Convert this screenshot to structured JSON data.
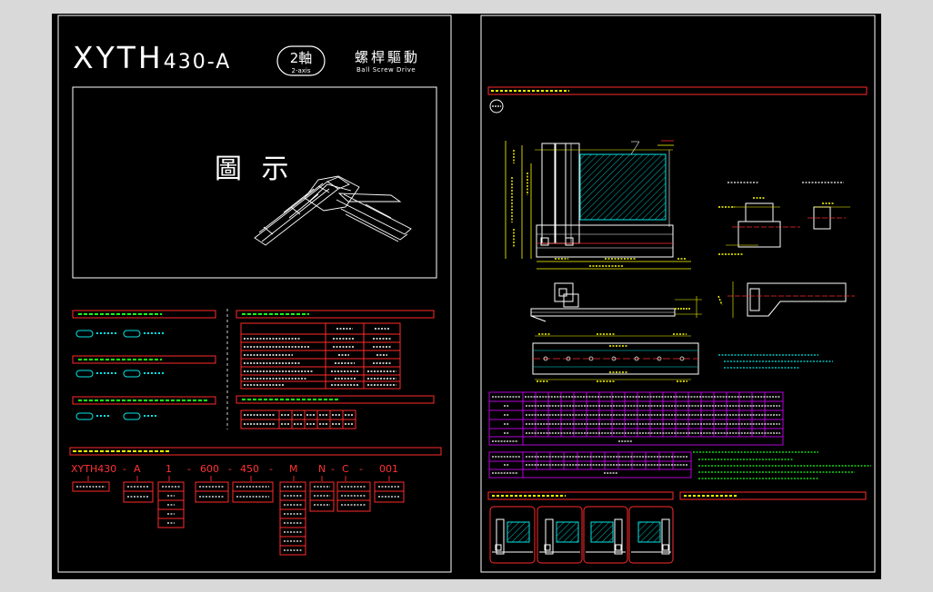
{
  "sheet_left": {
    "model_main": "XYTH",
    "model_suffix": "430-A",
    "axis_badge": "2軸",
    "axis_badge_sub": "2-axis",
    "drive_cn": "螺桿驅動",
    "drive_en": "Ball Screw Drive",
    "figure_label": "圖 示",
    "ordering_code": [
      "XYTH430",
      "A",
      "1",
      "600",
      "450",
      "M",
      "N",
      "C",
      "001"
    ]
  },
  "colors": {
    "bg": "#000000",
    "line_white": "#ffffff",
    "line_red": "#ff2a2a",
    "line_yellow": "#ffff00",
    "line_cyan": "#00e5e5",
    "line_green": "#19ff19",
    "line_magenta": "#b400d8"
  }
}
